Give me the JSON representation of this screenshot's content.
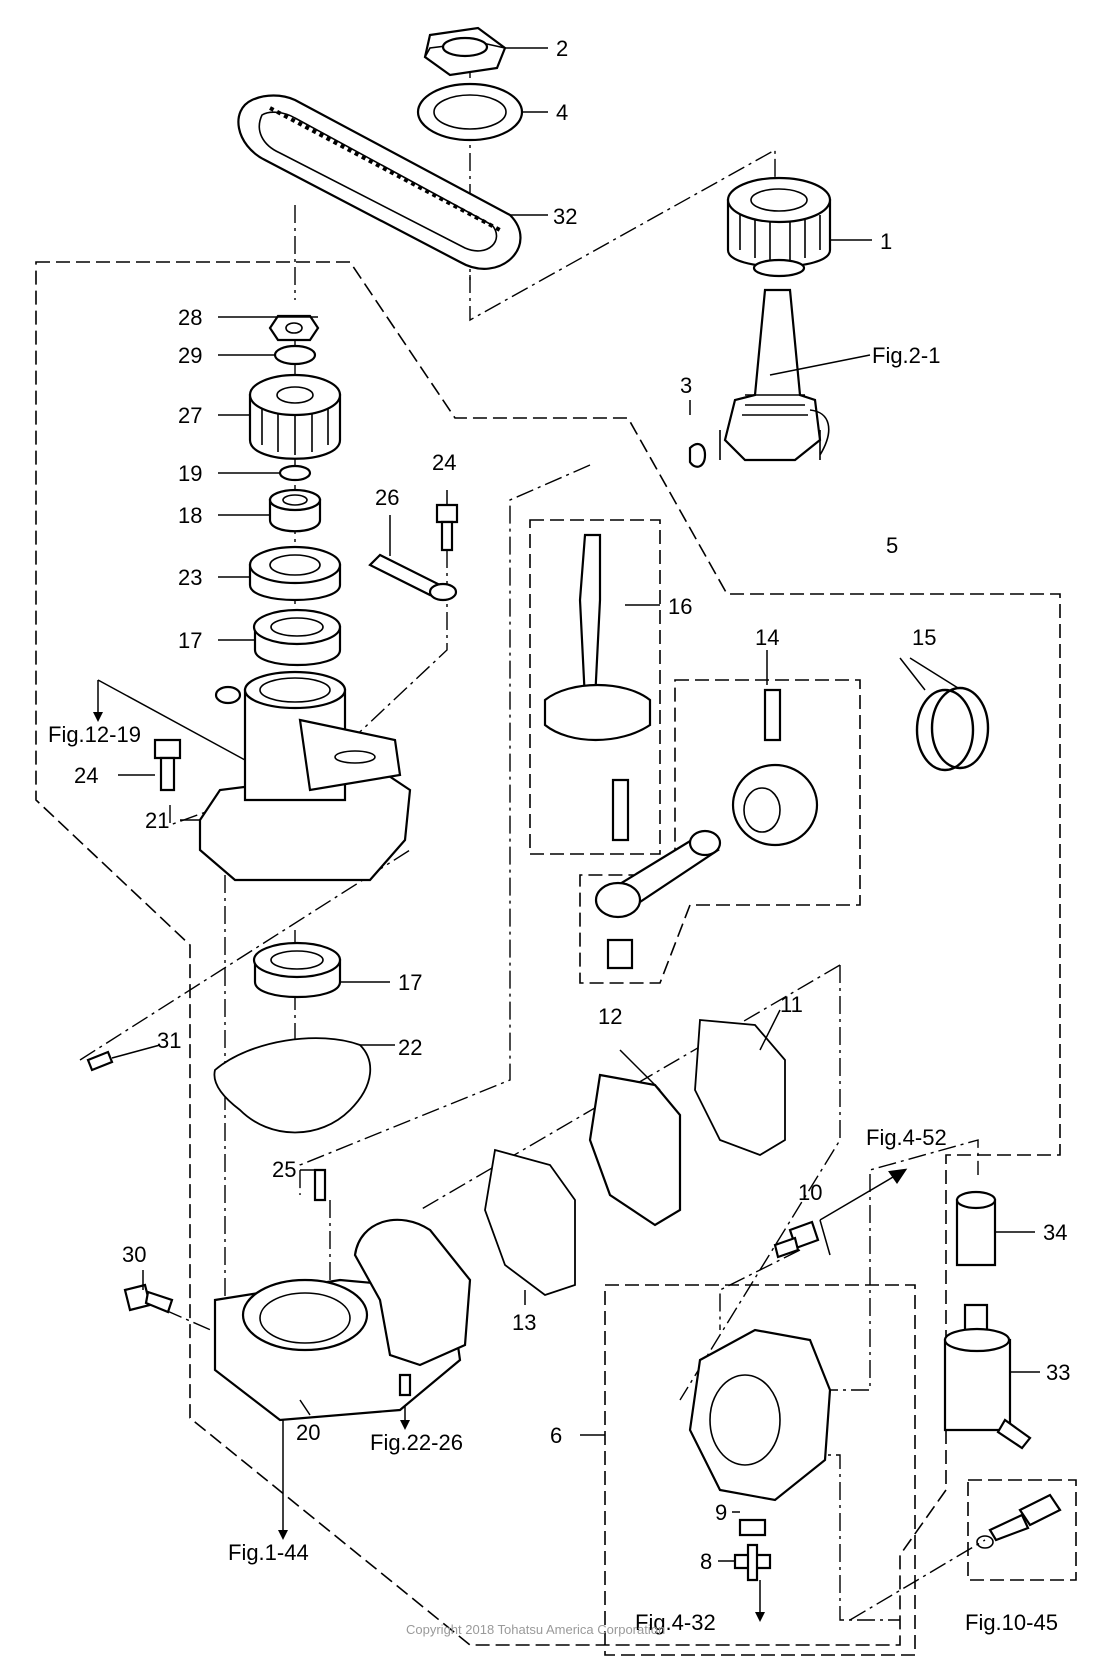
{
  "labels": {
    "p1": "1",
    "p2": "2",
    "p3": "3",
    "p4": "4",
    "p5": "5",
    "p6": "6",
    "p8": "8",
    "p9": "9",
    "p10": "10",
    "p11": "11",
    "p12": "12",
    "p13": "13",
    "p14": "14",
    "p15": "15",
    "p16": "16",
    "p17a": "17",
    "p17b": "17",
    "p18": "18",
    "p19": "19",
    "p20": "20",
    "p21": "21",
    "p22": "22",
    "p23": "23",
    "p24a": "24",
    "p24b": "24",
    "p25": "25",
    "p26": "26",
    "p27": "27",
    "p28": "28",
    "p29": "29",
    "p30": "30",
    "p31": "31",
    "p32": "32",
    "p33": "33",
    "p34": "34"
  },
  "figure_refs": {
    "fig2_1": "Fig.2-1",
    "fig12_19": "Fig.12-19",
    "fig22_26": "Fig.22-26",
    "fig1_44": "Fig.1-44",
    "fig4_52": "Fig.4-52",
    "fig4_32": "Fig.4-32",
    "fig10_45": "Fig.10-45"
  },
  "copyright": "Copyright 2018 Tohatsu America Corporation"
}
